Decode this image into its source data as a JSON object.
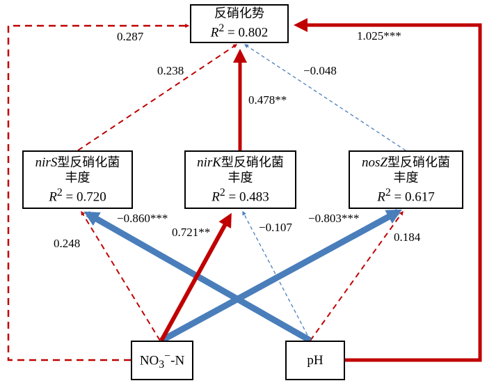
{
  "colors": {
    "positive": "#c00000",
    "negative": "#4a7ebb",
    "frame": "#000000"
  },
  "nodes": {
    "top": {
      "name": "反硝化势",
      "r2_value": "0.802"
    },
    "nirs": {
      "gene": "nirS",
      "name_suffix": "型反硝化菌",
      "name_line2": "丰度",
      "r2_value": "0.720"
    },
    "nirk": {
      "gene": "nirK",
      "name_suffix": "型反硝化菌",
      "name_line2": "丰度",
      "r2_value": "0.483"
    },
    "nosz": {
      "gene": "nosZ",
      "name_suffix": "型反硝化菌",
      "name_line2": "丰度",
      "r2_value": "0.617"
    },
    "no3": {
      "name_pre": "NO",
      "sub": "3",
      "sup": "−",
      "name_post": "-N"
    },
    "ph": {
      "name": "pH"
    }
  },
  "r2_label": {
    "symbol": "R",
    "exponent": "2",
    "equals": " = "
  },
  "paths": [
    {
      "from": "NO3-N",
      "to": "反硝化势",
      "coef": "0.287",
      "sign": "positive",
      "significant": false
    },
    {
      "from": "pH",
      "to": "反硝化势",
      "coef": "1.025***",
      "sign": "positive",
      "significant": true
    },
    {
      "from": "nirS",
      "to": "反硝化势",
      "coef": "0.238",
      "sign": "positive",
      "significant": false
    },
    {
      "from": "nirK",
      "to": "反硝化势",
      "coef": "0.478**",
      "sign": "positive",
      "significant": true
    },
    {
      "from": "nosZ",
      "to": "反硝化势",
      "coef": "−0.048",
      "sign": "negative",
      "significant": false
    },
    {
      "from": "pH",
      "to": "nirS",
      "coef": "−0.860***",
      "sign": "negative",
      "significant": true
    },
    {
      "from": "NO3-N",
      "to": "nirS",
      "coef": "0.248",
      "sign": "positive",
      "significant": false
    },
    {
      "from": "NO3-N",
      "to": "nirK",
      "coef": "0.721**",
      "sign": "positive",
      "significant": true
    },
    {
      "from": "pH",
      "to": "nirK",
      "coef": "−0.107",
      "sign": "negative",
      "significant": false
    },
    {
      "from": "NO3-N",
      "to": "nosZ",
      "coef": "−0.803***",
      "sign": "negative",
      "significant": true
    },
    {
      "from": "pH",
      "to": "nosZ",
      "coef": "0.184",
      "sign": "positive",
      "significant": false
    }
  ]
}
